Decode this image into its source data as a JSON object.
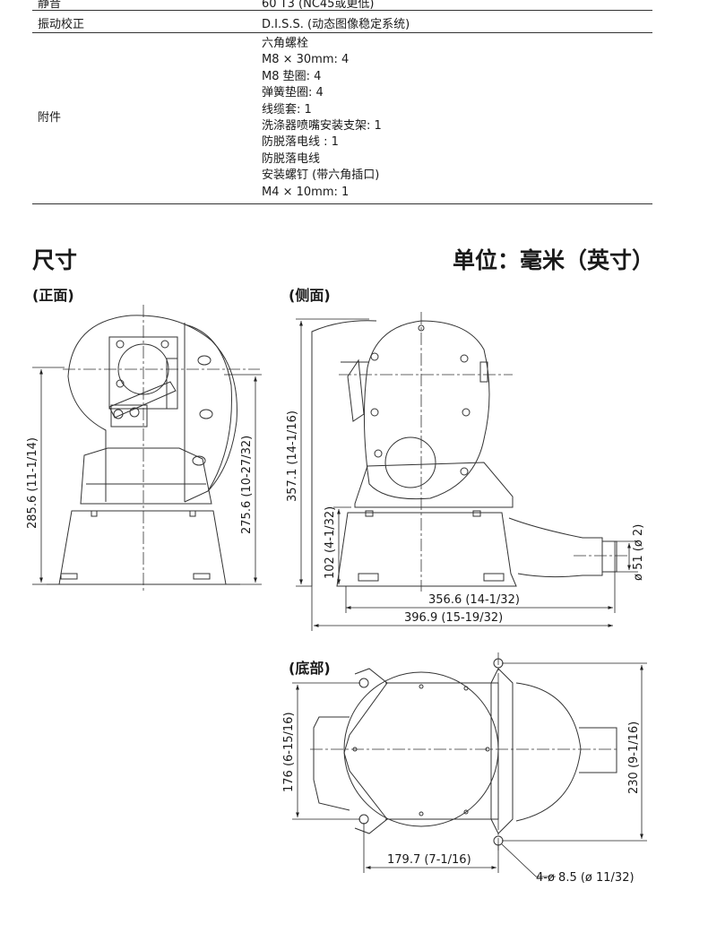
{
  "spec_table": {
    "row_top": {
      "key": "静音",
      "value": "60 T3 (NC45或更低)"
    },
    "row_stabilization": {
      "key": "振动校正",
      "value": "D.I.S.S. (动态图像稳定系统)"
    },
    "row_accessories": {
      "key": "附件",
      "items": [
        "六角螺栓",
        "M8 × 30mm: 4",
        "M8 垫圈: 4",
        "弹簧垫圈: 4",
        "线缆套: 1",
        "洗涤器喷嘴安装支架: 1",
        "防脱落电线 : 1",
        "防脱落电线",
        "安装螺钉 (带六角插口)",
        "M4 × 10mm: 1"
      ]
    }
  },
  "dimensions": {
    "title": "尺寸",
    "unit_note": "单位：毫米（英寸）",
    "front": {
      "label": "(正面)",
      "height_total": "285.6 (11-1/14)",
      "height_body": "275.6 (10-27/32)"
    },
    "side": {
      "label": "(侧面)",
      "height_total": "357.1 (14-1/16)",
      "base_height": "102 (4-1/32)",
      "depth_base": "356.6 (14-1/32)",
      "depth_total": "396.9 (15-19/32)",
      "nozzle_dia": "ø 51 (ø 2)"
    },
    "bottom": {
      "label": "(底部)",
      "width_inner": "176 (6-15/16)",
      "width_outer": "230 (9-1/16)",
      "hole_offset": "179.7 (7-1/16)",
      "holes": "4-ø 8.5 (ø 11/32)"
    }
  }
}
